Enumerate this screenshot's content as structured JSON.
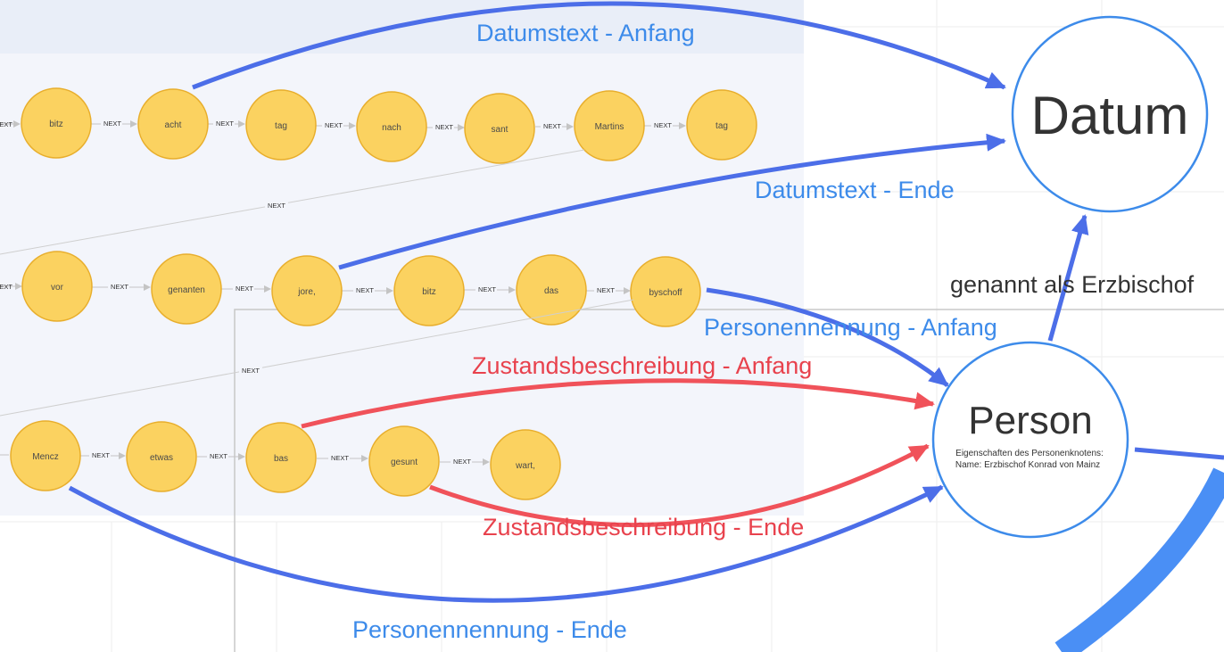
{
  "colors": {
    "token_fill": "#fbd260",
    "token_stroke": "#e8ae2c",
    "blue_edge": "#4c6ee8",
    "red_edge": "#f0525a",
    "label_blue": "#3d8bea",
    "label_red": "#e8424d",
    "entity_stroke": "#3d8bea",
    "background_panel": "#f3f5fb"
  },
  "tokens": {
    "row1": [
      "bitz",
      "acht",
      "tag",
      "nach",
      "sant",
      "Martins",
      "tag"
    ],
    "row2": [
      "vor",
      "genanten",
      "jore,",
      "bitz",
      "das",
      "byschoff"
    ],
    "row3": [
      "Mencz",
      "etwas",
      "bas",
      "gesunt",
      "wart,"
    ]
  },
  "next_label": "NEXT",
  "entities": {
    "datum": {
      "title": "Datum"
    },
    "person": {
      "title": "Person",
      "props_line1": "Eigenschaften des Personenknotens:",
      "props_line2": "Name: Erzbischof Konrad von Mainz"
    }
  },
  "edge_labels": {
    "datumstext_anfang": "Datumstext - Anfang",
    "datumstext_ende": "Datumstext - Ende",
    "genannt_als": "genannt als Erzbischof",
    "personennennung_anfang": "Personennennung - Anfang",
    "zustand_anfang": "Zustandsbeschreibung - Anfang",
    "zustand_ende": "Zustandsbeschreibung - Ende",
    "personennennung_ende": "Personennennung - Ende"
  }
}
